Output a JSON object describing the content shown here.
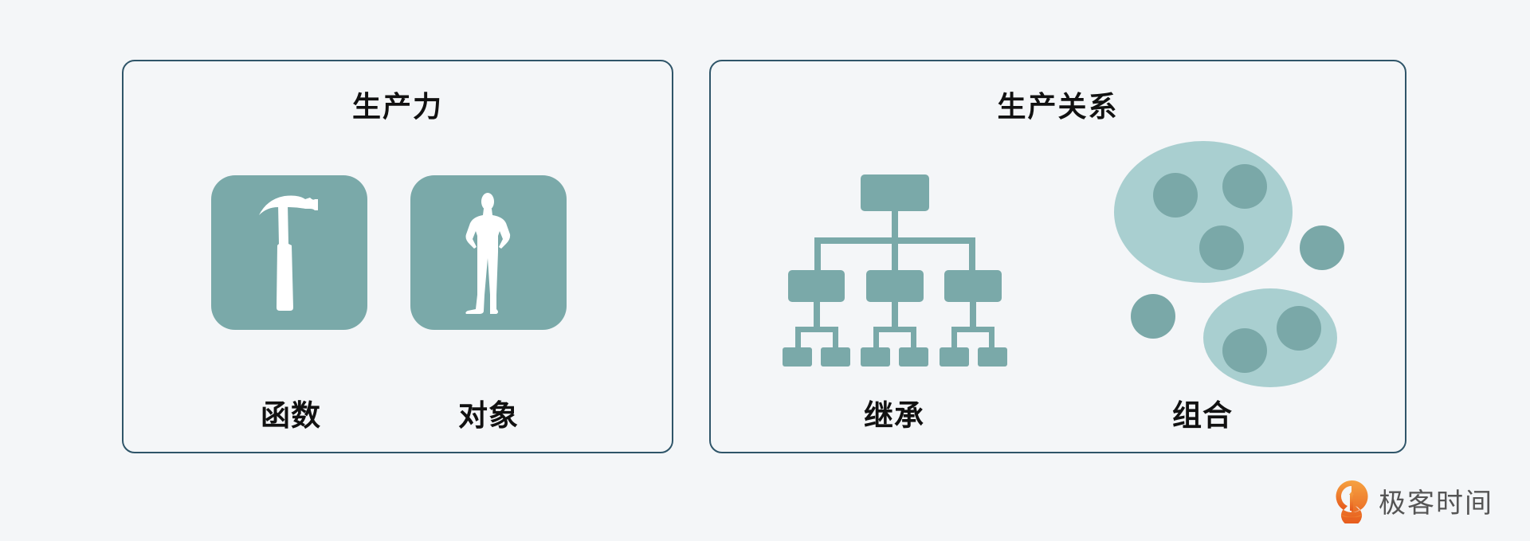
{
  "left_panel": {
    "title": "生产力",
    "items": [
      {
        "label": "函数",
        "icon": "hammer-icon"
      },
      {
        "label": "对象",
        "icon": "person-icon"
      }
    ]
  },
  "right_panel": {
    "title": "生产关系",
    "items": [
      {
        "label": "继承",
        "icon": "hierarchy-tree-icon"
      },
      {
        "label": "组合",
        "icon": "grouped-circles-icon"
      }
    ]
  },
  "brand": {
    "name": "极客时间",
    "icon": "geektime-logo-icon"
  },
  "colors": {
    "background": "#f4f6f8",
    "panel_border": "#2f5569",
    "tile": "#7aa9a9",
    "light_teal": "#a9cfd0",
    "dark_teal": "#7aa8a8",
    "brand_orange": "#ee7a2a",
    "brand_text": "#555555"
  }
}
